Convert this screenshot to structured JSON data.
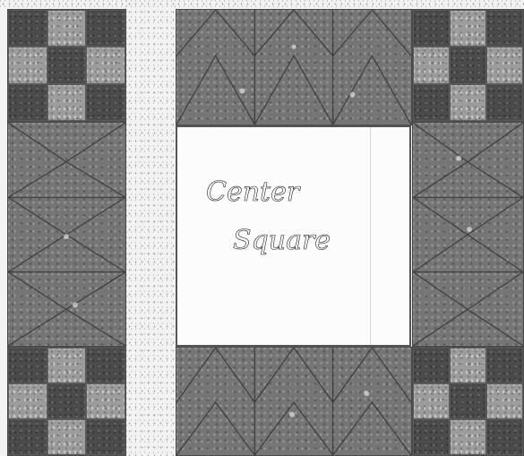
{
  "quilt": {
    "center_label": "Center Square",
    "center_label_lines": [
      "Center",
      "Square"
    ],
    "colors": {
      "dark_fabric": "#4b4b4b",
      "light_fabric": "#9c9c9c",
      "geese_fabric": "#757575",
      "sashing": "#f2f2f2",
      "center_square": "#fcfcfc",
      "ink": "#1a1a1a"
    },
    "nine_patch_pattern": [
      "dark",
      "light",
      "dark",
      "light",
      "dark",
      "light",
      "dark",
      "light",
      "dark"
    ]
  }
}
